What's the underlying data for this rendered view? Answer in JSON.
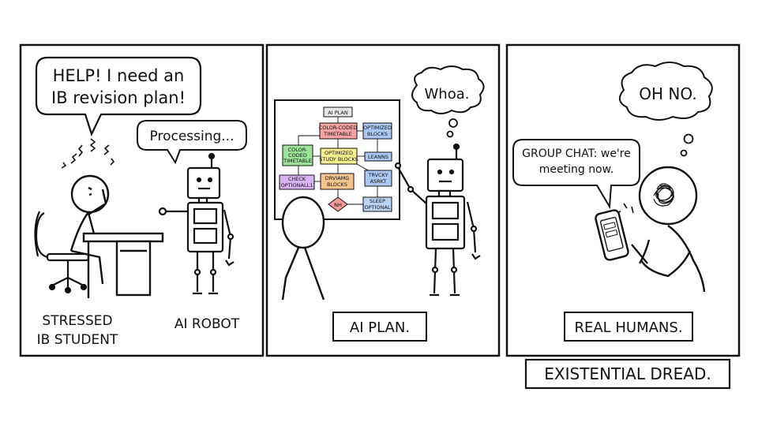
{
  "panel1": {
    "student_speech": [
      "HELP! I need an",
      "IB revision plan!"
    ],
    "robot_speech": "Processing...",
    "label_student": [
      "STRESSED",
      "IB STUDENT"
    ],
    "label_robot": "AI ROBOT"
  },
  "panel2": {
    "robot_thought": "Whoa.",
    "caption": "AI PLAN.",
    "flowchart": {
      "title": "AI PLAN",
      "color_coded_timetable": [
        "COLOR-CODED",
        "TIMETABLE"
      ],
      "optimized_blocks": [
        "OPTIMIZED",
        "BLOCKS"
      ],
      "color_coded_timetable_2": [
        "COLOR-",
        "CODED",
        "TIMETABLE"
      ],
      "optimized_study_blocks": [
        "OPTIMIZED",
        "STUDY BLOCKS"
      ],
      "leanns": "LEANNS",
      "trvcky_asrkt": [
        "TRVCKY",
        "ASRKT"
      ],
      "check_optional": [
        "CHECK",
        "(OPTIONALL1)"
      ],
      "drviamg_blocks": [
        "DRVIAMG",
        "BLOCKS"
      ],
      "nh": "NH",
      "sleep_optional": [
        "SLEEP",
        "(OPTIONAL)"
      ]
    }
  },
  "panel3": {
    "phone_text": [
      "GROUP CHAT: we're",
      "meeting now."
    ],
    "thought": "OH NO.",
    "caption": "REAL HUMANS.",
    "subcaption": "EXISTENTIAL DREAD."
  },
  "colors": {
    "red_box": "#f4a3a3",
    "blue_box": "#a9c8f2",
    "green_box": "#9fe39a",
    "yellow_box": "#f6ef8e",
    "purple_box": "#d8b3f0",
    "orange_box": "#f5c48d",
    "diamond": "#f49a9a",
    "sleep_box": "#b9d3f3"
  }
}
